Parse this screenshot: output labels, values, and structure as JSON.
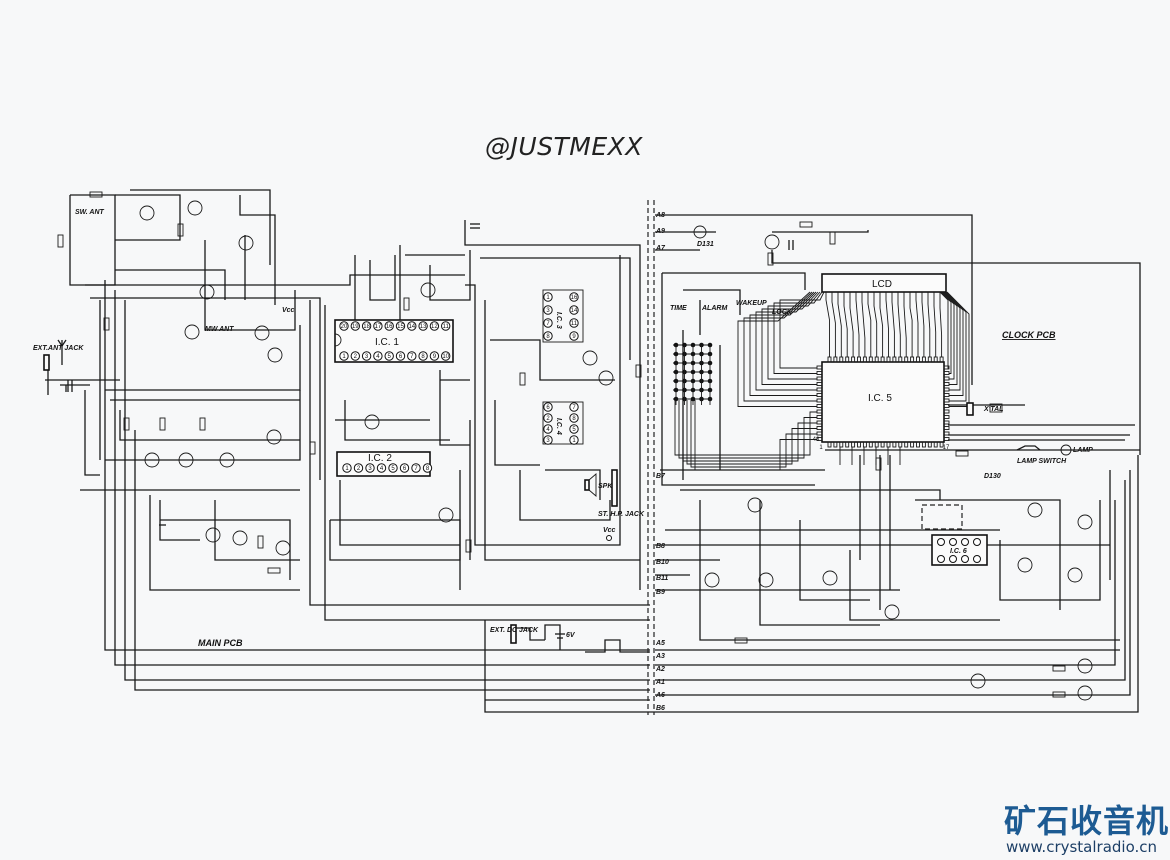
{
  "watermark": "@JUSTMEXX",
  "logo": {
    "chinese": "矿石收音机",
    "url": "www.crystalradio.cn",
    "color": "#1d5b93"
  },
  "main_pcb": {
    "title": "MAIN PCB",
    "ext_ant_jack": "EXT.ANT JACK",
    "sw_ant": "SW. ANT",
    "mw_ant": "MW ANT",
    "vcc": "Vcc",
    "ic1": "I.C. 1",
    "ic2": "I.C. 2",
    "ic3": "I.C. 3",
    "ic4": "I.C. 4",
    "speaker": "SPK",
    "headphone_jack": "ST. H.P. JACK",
    "ext_dc_jack": "EXT. DC JACK",
    "battery": "6V",
    "ic1_pins_top": [
      "20",
      "19",
      "18",
      "17",
      "16",
      "15",
      "14",
      "13",
      "12",
      "11"
    ],
    "ic1_pins_bottom": [
      "1",
      "2",
      "3",
      "4",
      "5",
      "6",
      "7",
      "8",
      "9",
      "10"
    ],
    "ic2_pins": [
      "1",
      "2",
      "3",
      "4",
      "5",
      "6",
      "7",
      "8"
    ],
    "ic3_pins_left": [
      "1",
      "3",
      "7",
      "8"
    ],
    "ic3_pins_right": [
      "16",
      "14",
      "11",
      "9"
    ],
    "ic4_pins_left": [
      "6",
      "2",
      "4",
      "3"
    ],
    "ic4_pins_right": [
      "7",
      "8",
      "5",
      "1"
    ]
  },
  "clock_pcb": {
    "title": "CLOCK PCB",
    "lcd": "LCD",
    "ic5": "I.C. 5",
    "ic6": "I.C. 6",
    "lamp": "LAMP",
    "lamp_switch": "LAMP SWITCH",
    "d130": "D130",
    "time": "TIME",
    "alarm": "ALARM",
    "wakeup": "WAKEUP",
    "lock": "LOCK",
    "d131": "D131",
    "crystal": "X'TAL",
    "pin_1": "1",
    "pin_17": "17",
    "pin_48": "48"
  },
  "bus_labels": [
    "A8",
    "A9",
    "A7",
    "B7",
    "B8",
    "B10",
    "B11",
    "B9",
    "A5",
    "A3",
    "A2",
    "A6",
    "A1",
    "B6"
  ]
}
